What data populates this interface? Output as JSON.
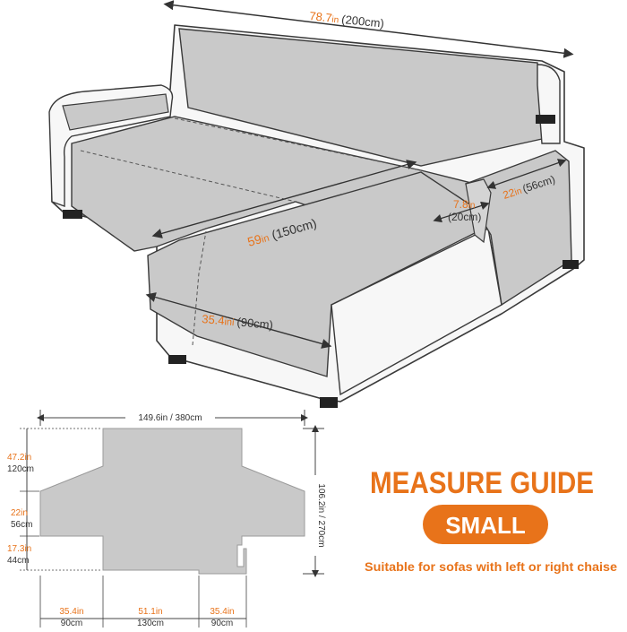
{
  "colors": {
    "accent": "#e8731a",
    "cover_gray": "#c9c9c9",
    "sofa_white": "#f7f7f7",
    "outline": "#3a3a3a"
  },
  "sofa_dimensions": {
    "back_width": {
      "value": "78.7",
      "unit": "in",
      "metric": "(200cm)"
    },
    "chaise_length": {
      "value": "59",
      "unit": "in",
      "metric": "(150cm)"
    },
    "chaise_width": {
      "value": "35.4",
      "unit": "ini",
      "metric": "(90cm)"
    },
    "armrest_width": {
      "value": "7.8",
      "unit": "in",
      "metric": "(20cm)"
    },
    "armrest_length": {
      "value": "22",
      "unit": "in",
      "metric": "(56cm)"
    }
  },
  "flat_dimensions": {
    "total_width": "149.6in / 380cm",
    "total_height": "106.2in / 270cm",
    "back_depth_in": "47.2in",
    "back_depth_cm": "120cm",
    "arm_in": "22in",
    "arm_cm": "56cm",
    "seat_in": "17.3in",
    "seat_cm": "44cm",
    "bottom_left_in": "35.4in",
    "bottom_left_cm": "90cm",
    "bottom_mid_in": "51.1in",
    "bottom_mid_cm": "130cm",
    "bottom_right_in": "35.4in",
    "bottom_right_cm": "90cm"
  },
  "guide": {
    "title": "MEASURE GUIDE",
    "size_badge": "SMALL",
    "subtitle": "Suitable for sofas with left or right chaise"
  }
}
